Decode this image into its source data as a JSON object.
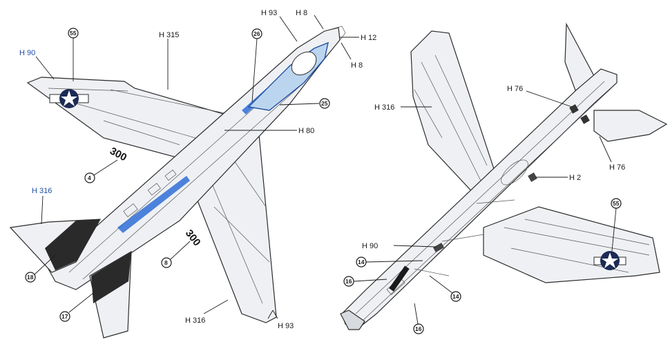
{
  "left_view": {
    "wing_code_1": "300",
    "wing_code_2": "300",
    "labels": {
      "h90_wingtip": "H 90",
      "h315": "H 315",
      "h93_nose": "H 93",
      "h8_top": "H 8",
      "h12": "H 12",
      "h8_side": "H 8",
      "h80": "H 80",
      "h316_tail": "H 316",
      "h316_bottom": "H 316",
      "h93_tip": "H 93"
    },
    "callouts": {
      "c55": "55",
      "c26": "26",
      "c25": "25",
      "c4": "4",
      "c8": "8",
      "c18": "18",
      "c17": "17"
    }
  },
  "right_view": {
    "labels": {
      "h316": "H 316",
      "h76_top": "H 76",
      "h76_side": "H 76",
      "h2": "H 2",
      "h90": "H 90"
    },
    "callouts": {
      "c55": "55",
      "c14_a": "14",
      "c14_b": "14",
      "c16_a": "16",
      "c16_b": "16"
    }
  },
  "colors": {
    "stripe": "#2f6fd6",
    "label_blue": "#1f4fa3",
    "antiglare": "#2a2a2a",
    "skin": "#eef0f3"
  }
}
